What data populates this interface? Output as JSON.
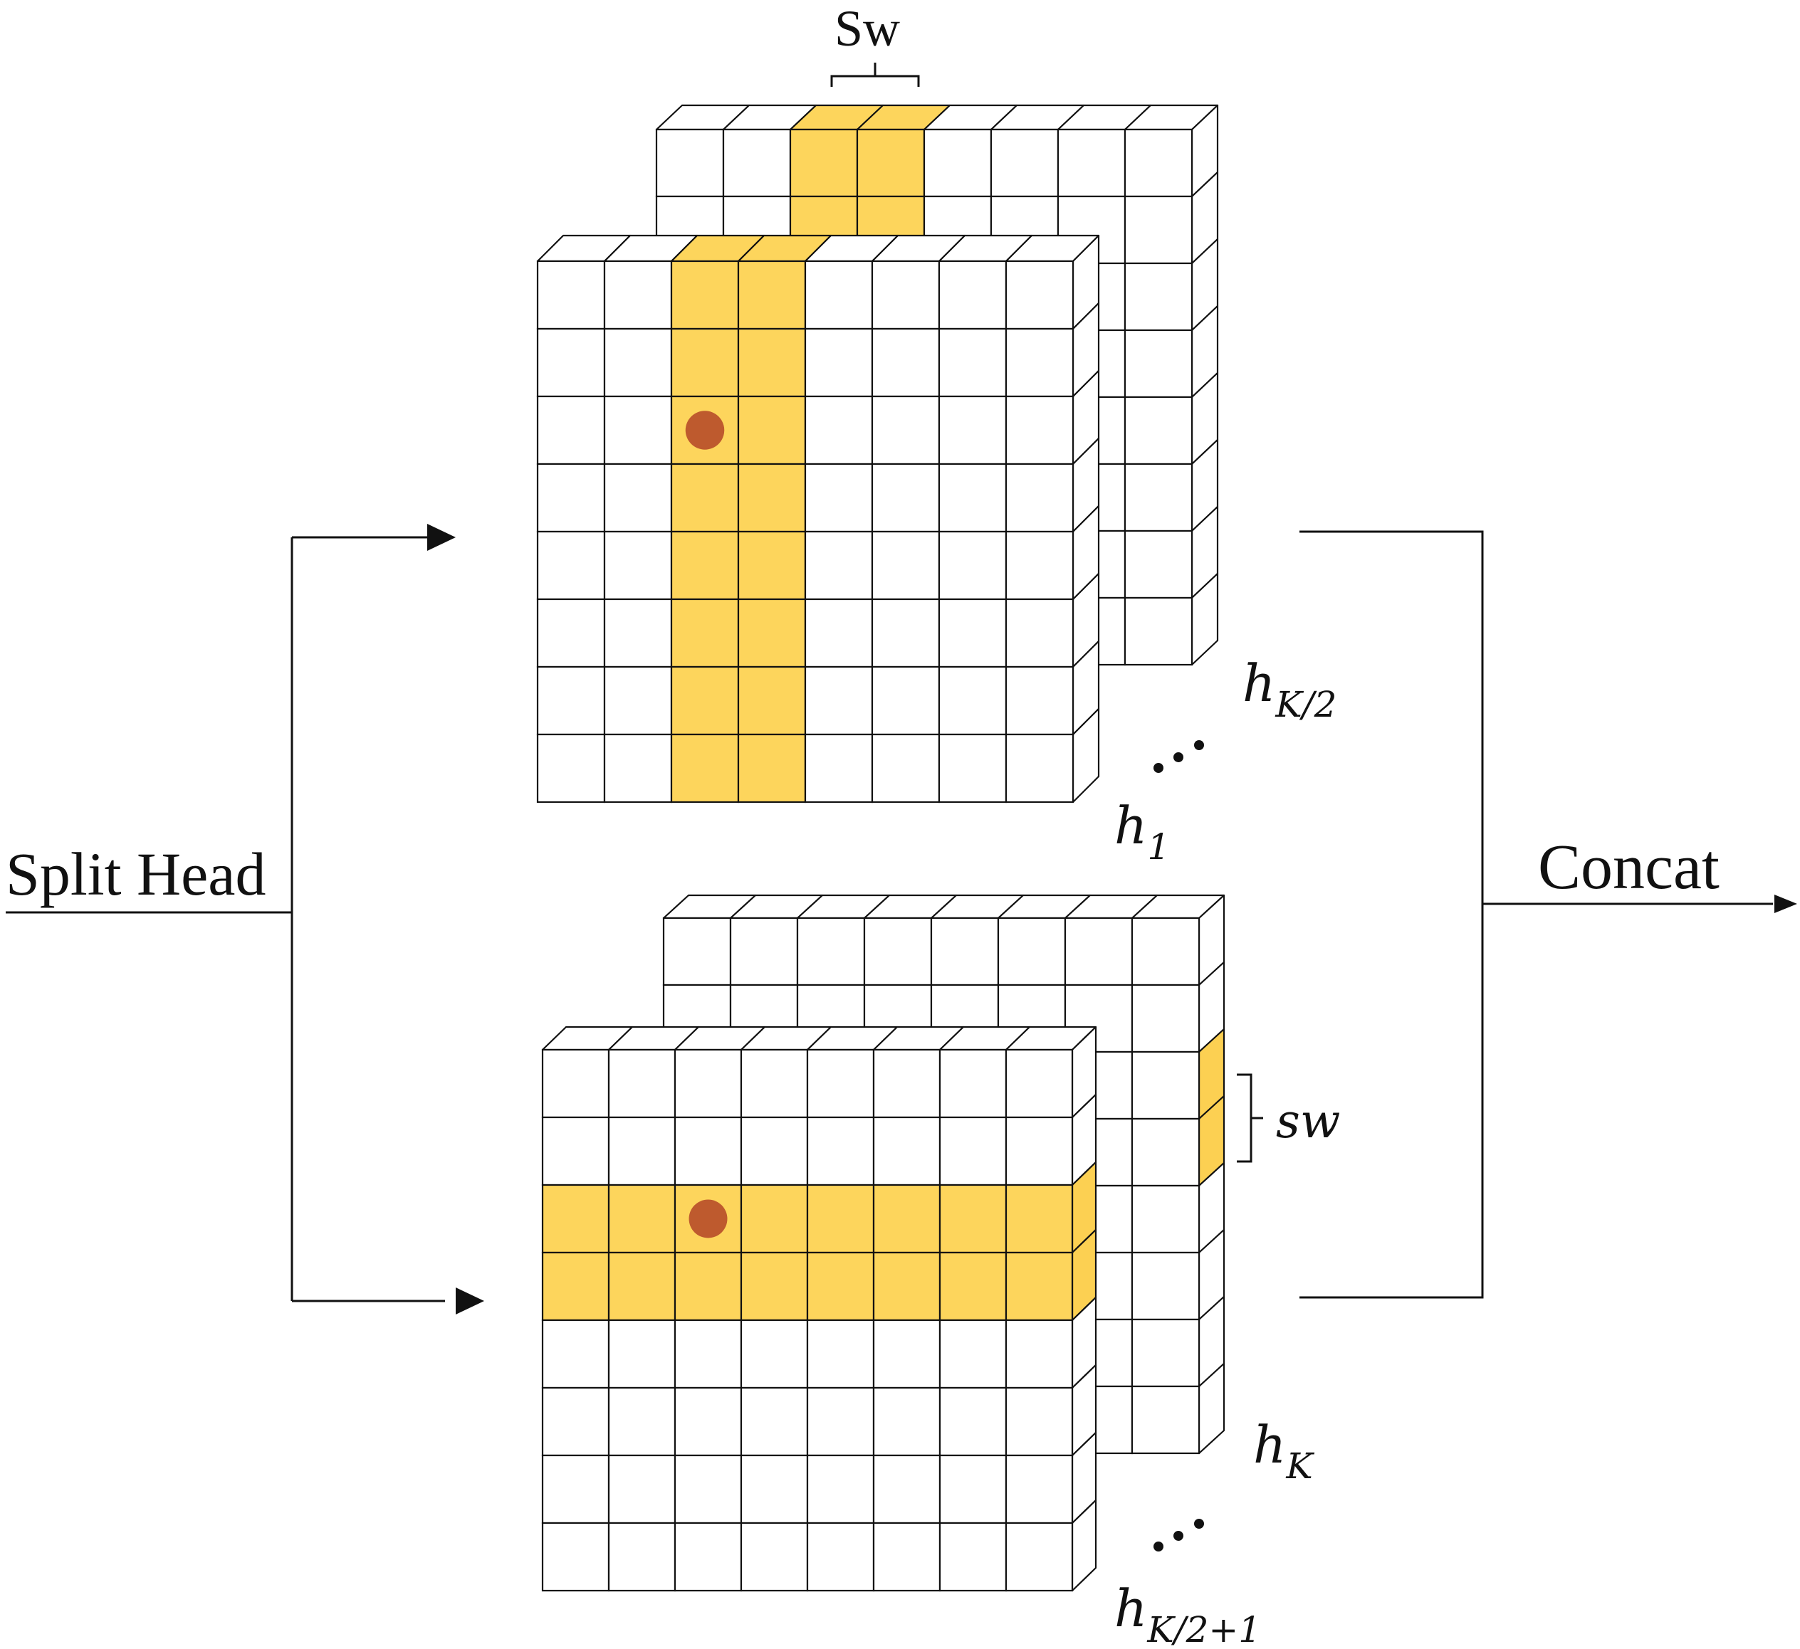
{
  "labels": {
    "split_head": "Split Head",
    "concat": "Concat",
    "sw_top": "Sw",
    "sw_side": "sw",
    "ellipsis": "..."
  },
  "heads": {
    "h1": {
      "base": "h",
      "sub": "1"
    },
    "hk2": {
      "base": "h",
      "sub": "K/2"
    },
    "hk2p": {
      "base": "h",
      "sub": "K/2+1"
    },
    "hk": {
      "base": "h",
      "sub": "K"
    }
  },
  "grid": {
    "rows": 8,
    "cols": 8,
    "stripe_width": 2
  },
  "groups": [
    {
      "name": "vertical-stripe-heads",
      "stripe": "vertical",
      "stripe_cols": [
        2,
        3
      ],
      "query_cell": {
        "row": 2,
        "col": 2
      }
    },
    {
      "name": "horizontal-stripe-heads",
      "stripe": "horizontal",
      "stripe_rows": [
        2,
        3
      ],
      "query_cell": {
        "row": 2,
        "col": 2
      }
    }
  ],
  "colors": {
    "stripe": "#FDD55C",
    "stripe_side": "#FCD052",
    "query_dot": "#BE5A2E",
    "cell": "#FFFFFF",
    "line": "#111111"
  }
}
